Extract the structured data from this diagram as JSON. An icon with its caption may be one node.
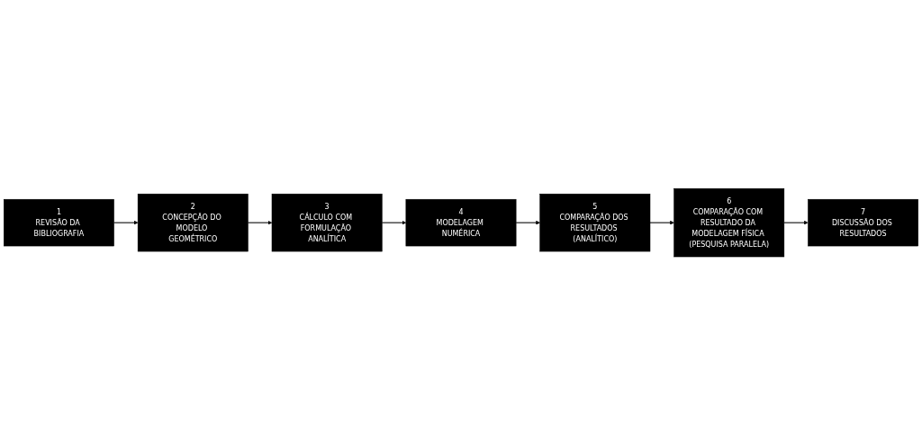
{
  "diagram": {
    "nodes": [
      {
        "text": [
          "1",
          "REVISÃO DA BIBLIOGRAFIA"
        ]
      },
      {
        "text": [
          "2",
          "CONCEPÇÃO DO MODELO GEOMÉTRICO"
        ]
      },
      {
        "text": [
          "3",
          "CÁLCULO COM FORMULAÇÃO ANALÍTICA"
        ]
      },
      {
        "text": [
          "4",
          "MODELAGEM NUMÉRICA"
        ]
      },
      {
        "text": [
          "5",
          "COMPARAÇÃO DOS RESULTADOS (ANALÍTICO)"
        ]
      },
      {
        "text": [
          "6",
          "COMPARAÇÃO COM RESULTADO DA MODELAGEM FÍSICA (PESQUISA PARALELA)"
        ]
      },
      {
        "text": [
          "7",
          "DISCUSSÃO DOS RESULTADOS"
        ]
      }
    ],
    "edges": [
      {
        "from": 0,
        "to": 1,
        "arrow": "to"
      },
      {
        "from": 1,
        "to": 2,
        "arrow": "to"
      },
      {
        "from": 2,
        "to": 3,
        "arrow": "to"
      },
      {
        "from": 3,
        "to": 4,
        "arrow": "to"
      },
      {
        "from": 4,
        "to": 5,
        "arrow": "to"
      },
      {
        "from": 5,
        "to": 6,
        "arrow": "to"
      }
    ]
  }
}
